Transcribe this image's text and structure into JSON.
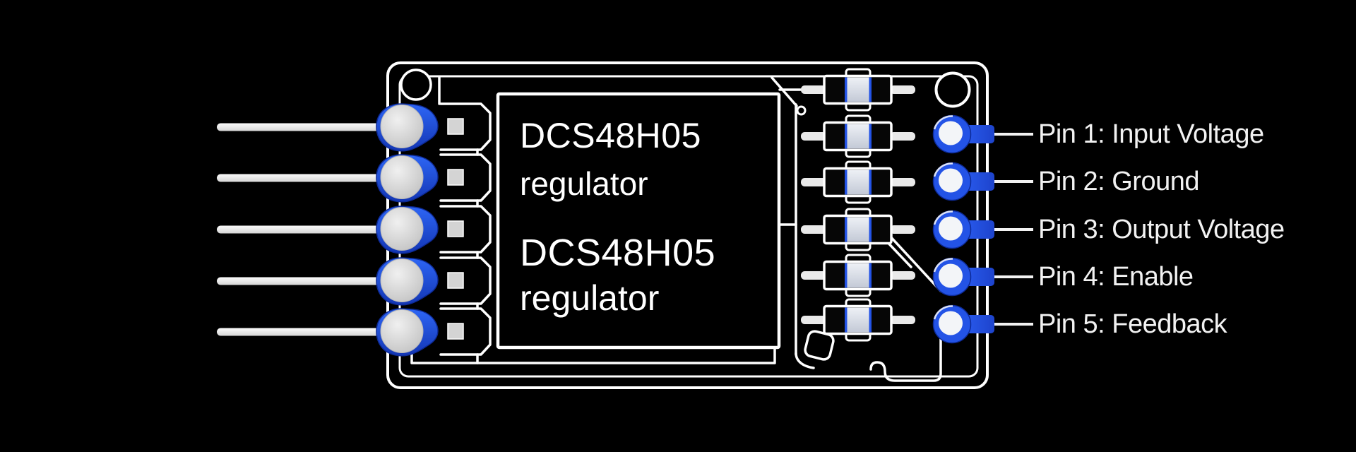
{
  "ic": {
    "line1": "DCS48H05",
    "line2": "regulator",
    "line3": "DCS48H05",
    "line4": "regulator"
  },
  "pin_labels": [
    "Pin 1: Input Voltage",
    "Pin 2: Ground",
    "Pin 3: Output Voltage",
    "Pin 4: Enable",
    "Pin 5: Feedback"
  ],
  "colors": {
    "background": "#000000",
    "line_white": "#ffffff",
    "accent_blue": "#2353e6",
    "accent_blue_dark": "#0d2a96",
    "pad_gray": "#d9d9d9",
    "label_text": "#f2f2f2"
  }
}
